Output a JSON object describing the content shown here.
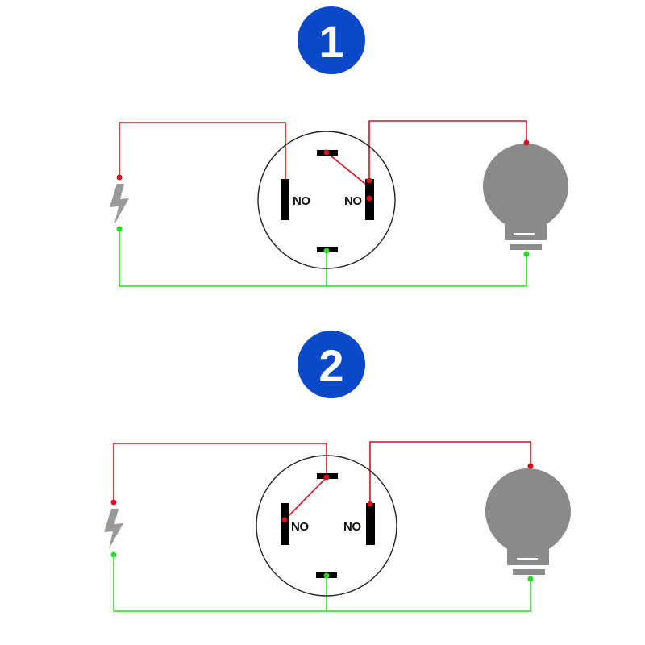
{
  "colors": {
    "badge": "#0a49c9",
    "positive_wire": "#d8101e",
    "negative_wire": "#22dd22",
    "bulb": "#8a8a8a",
    "terminal": "#000000",
    "ring": "#222222",
    "power_icon": "#999999"
  },
  "diagrams": [
    {
      "step": "1",
      "left_terminal_label": "NO",
      "right_terminal_label": "NO",
      "bridged_terminal": "right"
    },
    {
      "step": "2",
      "left_terminal_label": "NO",
      "right_terminal_label": "NO",
      "bridged_terminal": "left"
    }
  ],
  "icons": [
    "power-bolt-icon",
    "light-bulb-icon"
  ]
}
